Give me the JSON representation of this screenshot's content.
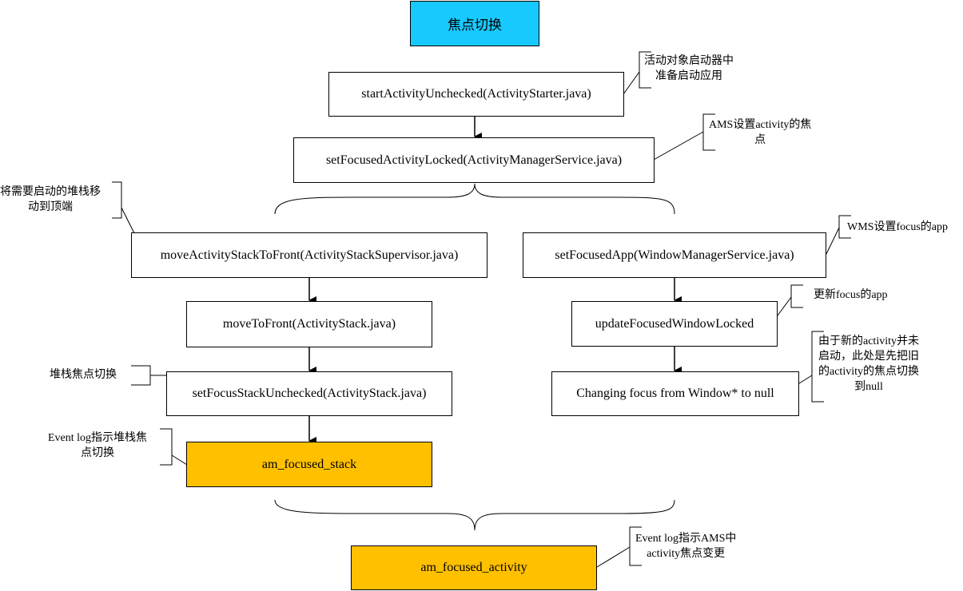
{
  "diagram": {
    "title": "焦点切换",
    "nodes": {
      "start_activity": "startActivityUnchecked(ActivityStarter.java)",
      "set_focused_activity": "setFocusedActivityLocked(ActivityManagerService.java)",
      "move_stack_to_front": "moveActivityStackToFront(ActivityStackSupervisor.java)",
      "move_to_front": "moveToFront(ActivityStack.java)",
      "set_focus_stack": "setFocusStackUnchecked(ActivityStack.java)",
      "am_focused_stack": "am_focused_stack",
      "set_focused_app": "setFocusedApp(WindowManagerService.java)",
      "update_focused_window": "updateFocusedWindowLocked",
      "changing_focus": "Changing focus from Window* to null",
      "am_focused_activity": "am_focused_activity"
    },
    "notes": {
      "activity_starter": [
        "活动对象启动器中",
        "准备启动应用"
      ],
      "ams_focus": [
        "AMS设置activity的焦",
        "点"
      ],
      "move_stack": [
        "将需要启动的堆栈移",
        "动到顶端"
      ],
      "wms_focus": [
        "WMS设置focus的app"
      ],
      "update_focus": [
        "更新focus的app"
      ],
      "focus_null": [
        "由于新的activity并未",
        "启动，此处是先把旧",
        "的activity的焦点切换",
        "到null"
      ],
      "stack_switch": [
        "堆栈焦点切换"
      ],
      "event_stack": [
        "Event log指示堆栈焦",
        "点切换"
      ],
      "event_activity": [
        "Event log指示AMS中",
        "activity焦点变更"
      ]
    },
    "colors": {
      "title_fill": "#17c9ff",
      "event_fill": "#ffc000",
      "node_fill": "#ffffff",
      "line": "#000000"
    }
  }
}
